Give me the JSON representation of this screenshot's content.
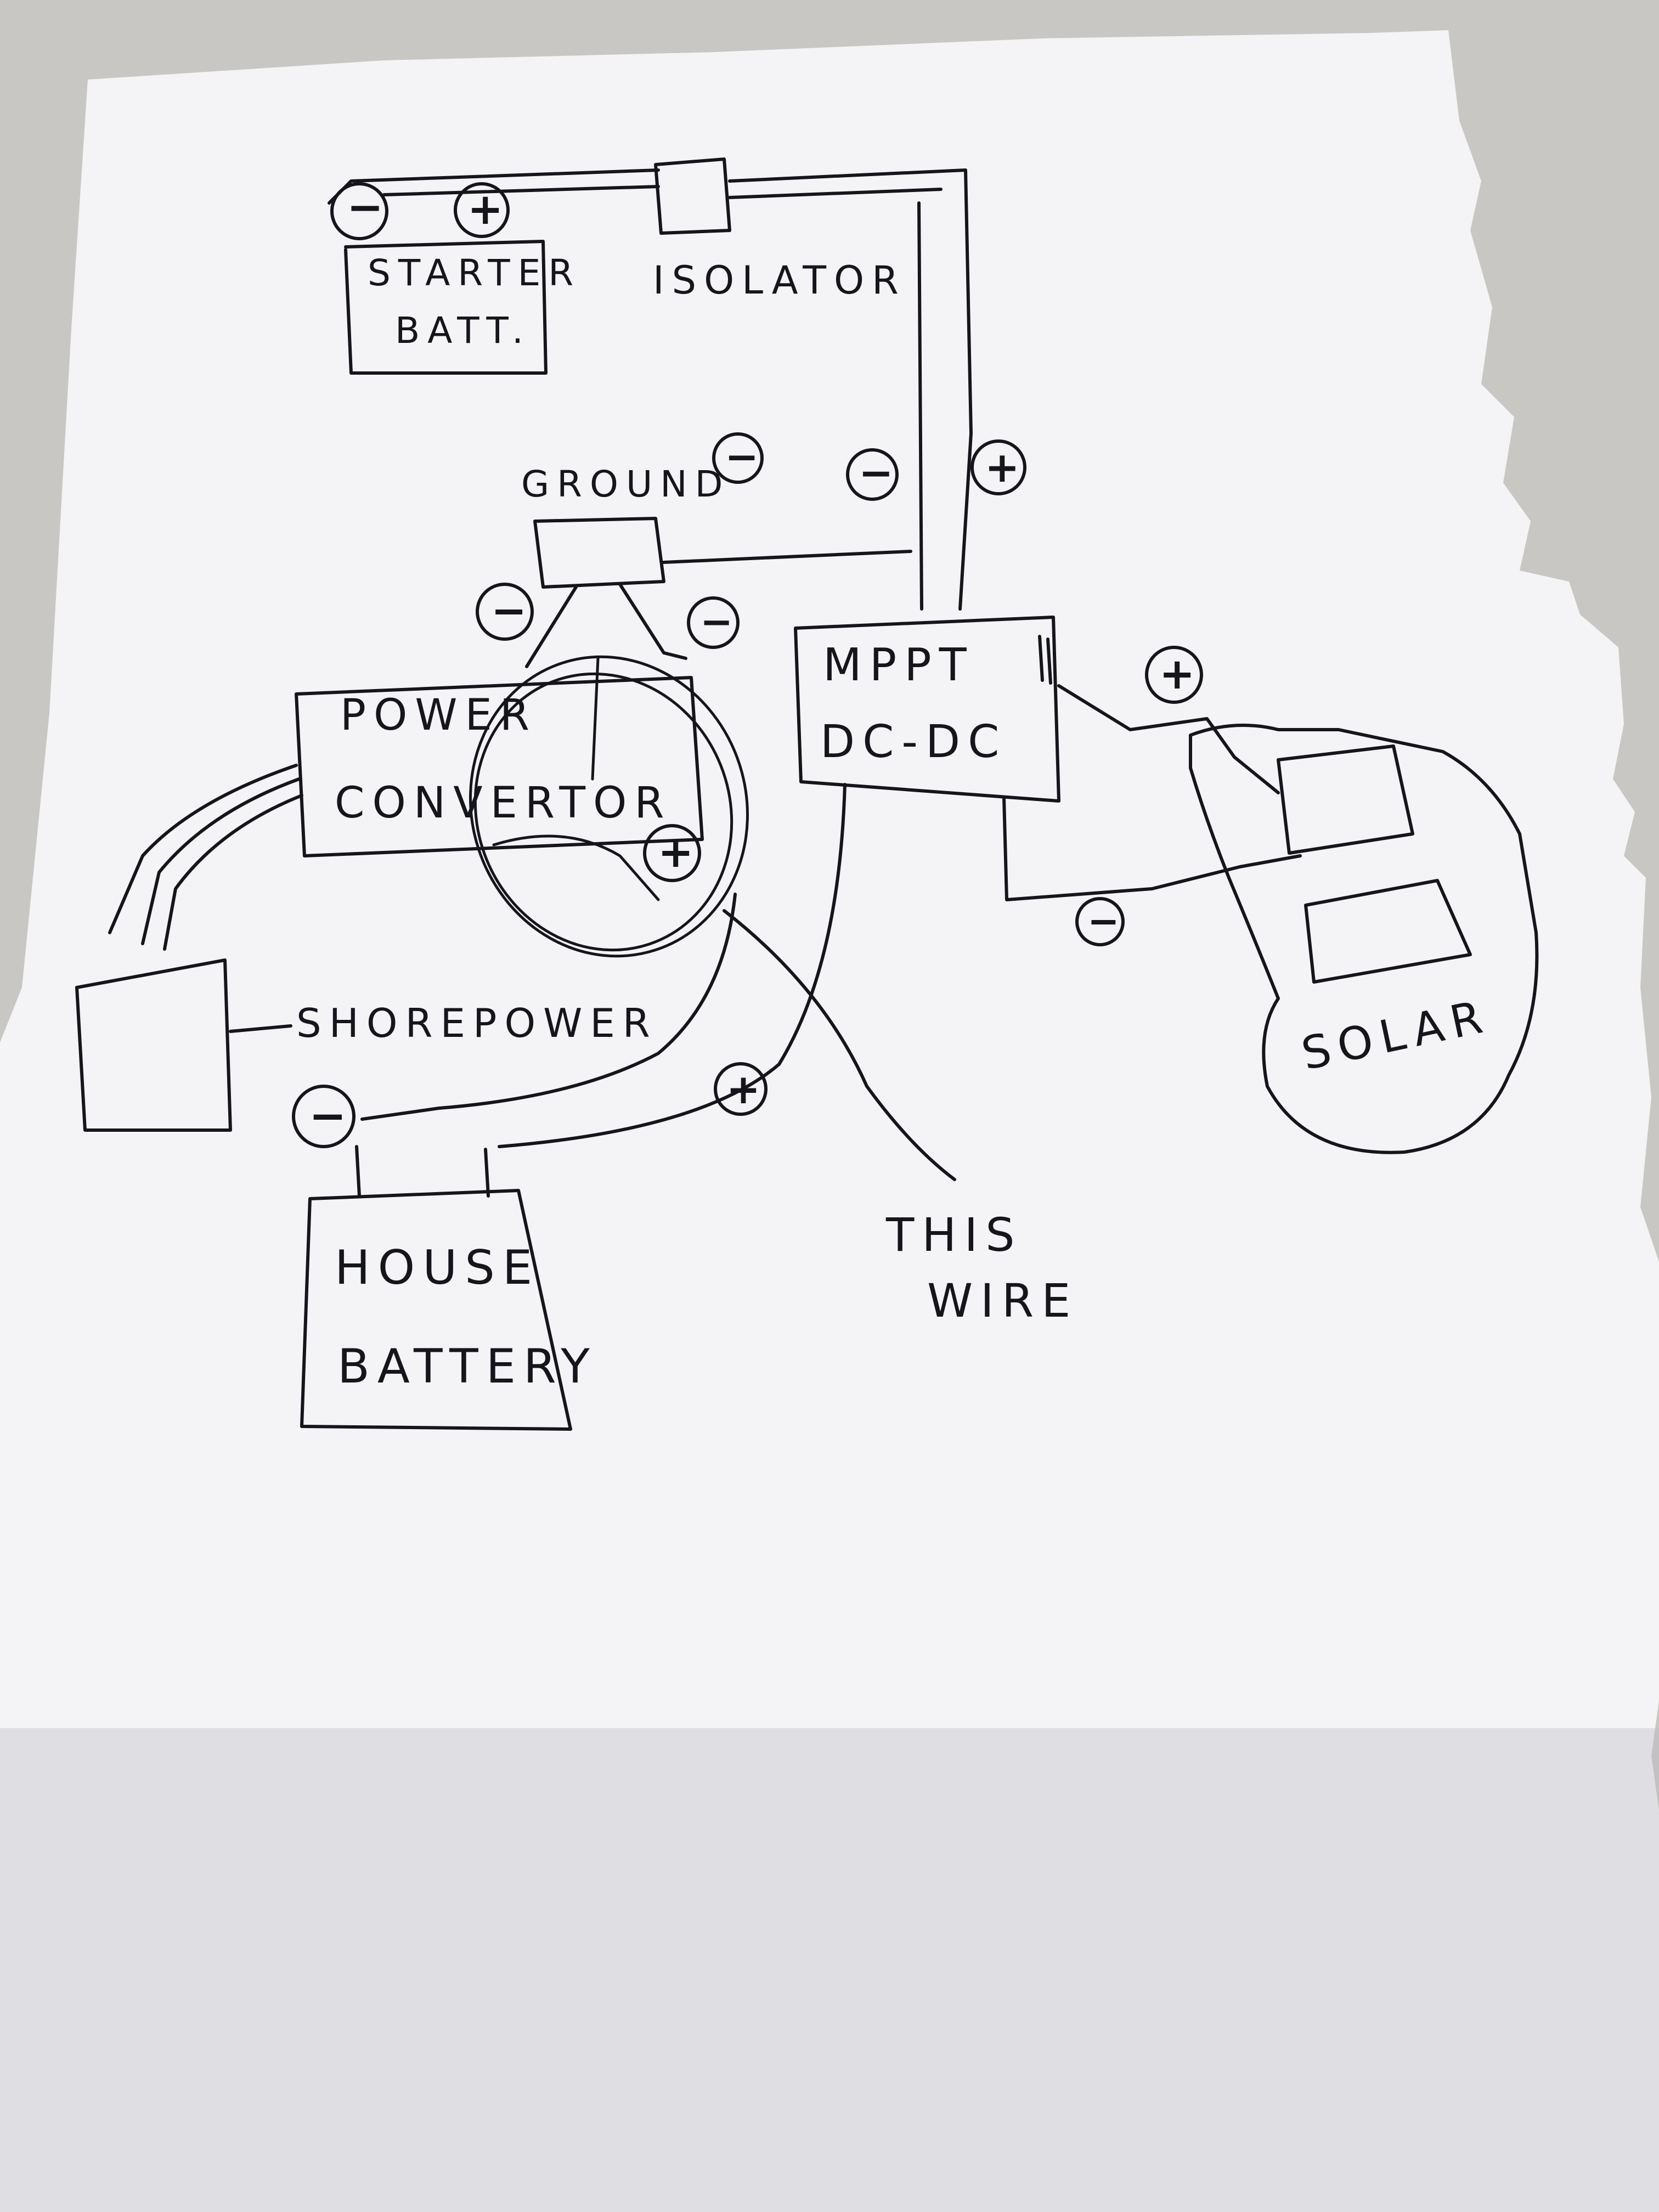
{
  "colors": {
    "paper": "#f4f4f6",
    "ink": "#15151c",
    "counter": "#c9c7c3"
  },
  "labels": {
    "starter_battery_l1": "STARTER",
    "starter_battery_l2": "BATT.",
    "isolator": "ISOLATOR",
    "ground": "GROUND",
    "power_converter_l1": "POWER",
    "power_converter_l2": "CONVERTOR",
    "mppt_l1": "MPPT",
    "mppt_l2": "DC-DC",
    "shore_power": "SHOREPOWER",
    "solar": "SOLAR",
    "house_battery_l1": "HOUSE",
    "house_battery_l2": "BATTERY",
    "this_wire_l1": "THIS",
    "this_wire_l2": "WIRE"
  },
  "signs": {
    "minus": "−",
    "plus": "+"
  }
}
